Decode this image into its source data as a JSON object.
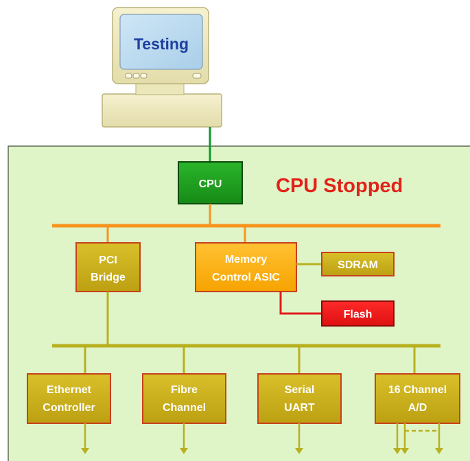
{
  "computer": {
    "screen_label": "Testing"
  },
  "status": {
    "label": "CPU Stopped",
    "color": "#e2231a"
  },
  "blocks": {
    "cpu": {
      "lines": [
        "CPU"
      ],
      "color": "#1f9a1f"
    },
    "pci_bridge": {
      "lines": [
        "PCI",
        "Bridge"
      ]
    },
    "memory_controller": {
      "lines": [
        "Memory",
        "Control ASIC"
      ]
    },
    "sdram": {
      "lines": [
        "SDRAM"
      ]
    },
    "flash": {
      "lines": [
        "Flash"
      ],
      "color": "#ee1c1c"
    },
    "ethernet": {
      "lines": [
        "Ethernet",
        "Controller"
      ]
    },
    "fibre": {
      "lines": [
        "Fibre",
        "Channel"
      ]
    },
    "serial": {
      "lines": [
        "Serial",
        "UART"
      ]
    },
    "adc": {
      "lines": [
        "16 Channel",
        "A/D"
      ]
    }
  },
  "colors": {
    "board_fill": "#dff5c8",
    "block_fill": "#c9ad1c",
    "block_border": "#c8401c",
    "host_bus": "#f7941d",
    "peripheral_bus": "#b8b020",
    "memory_block_fill": "#ffb21a",
    "jtag_link": "#0a9a2a",
    "flash_link": "#e01b1b"
  }
}
